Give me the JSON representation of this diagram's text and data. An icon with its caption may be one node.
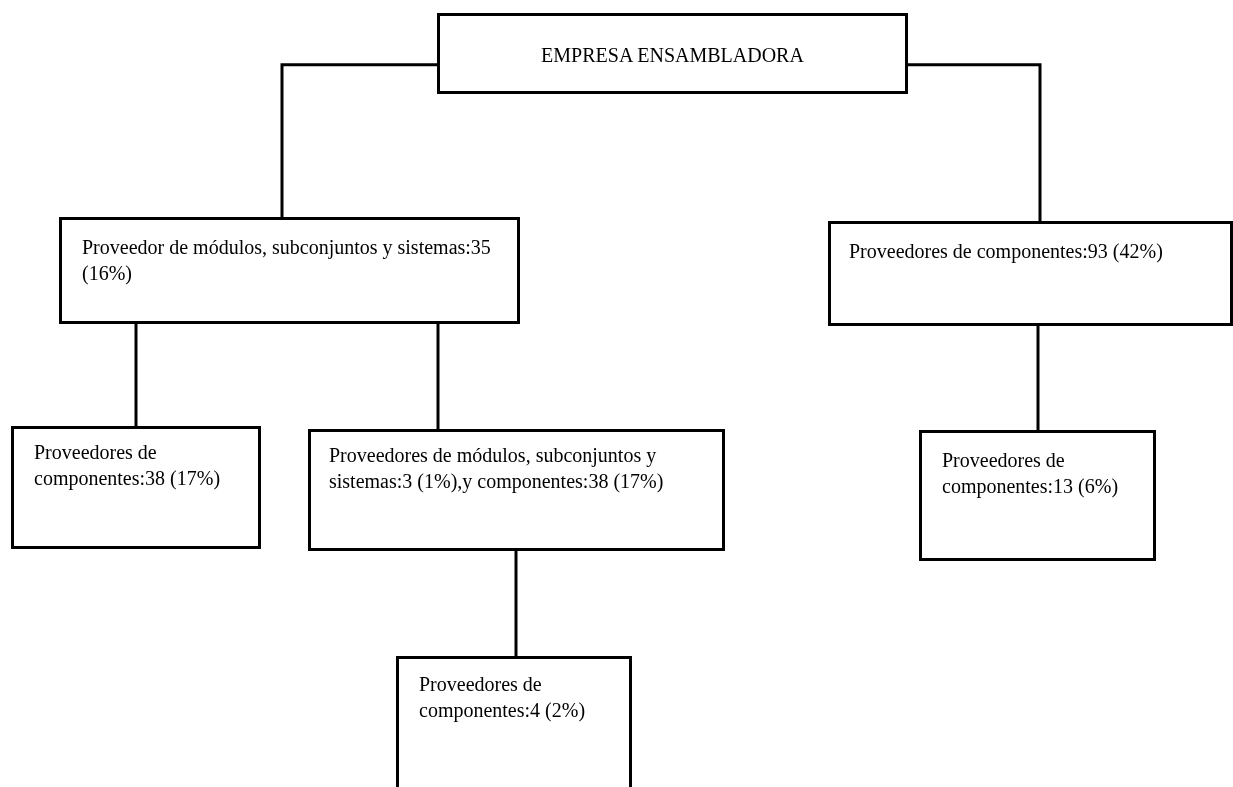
{
  "diagram": {
    "nodes": [
      {
        "text": [
          "EMPRESA ENSAMBLADORA"
        ]
      },
      {
        "text": [
          "Proveedor de módulos, subconjuntos y sistemas:35 (16%)"
        ]
      },
      {
        "text": [
          "Proveedores de componentes:93 (42%)"
        ]
      },
      {
        "text": [
          "Proveedores de componentes:38 (17%)"
        ]
      },
      {
        "text": [
          "Proveedores de módulos, subconjuntos y sistemas:3 (1%),y componentes:38 (17%)"
        ]
      },
      {
        "text": [
          "Proveedores de componentes:13 (6%)"
        ]
      },
      {
        "text": [
          "Proveedores de componentes:4 (2%)"
        ]
      }
    ],
    "edges": [
      {
        "from": 0,
        "to": 1,
        "arrow": "none"
      },
      {
        "from": 0,
        "to": 2,
        "arrow": "none"
      },
      {
        "from": 1,
        "to": 3,
        "arrow": "none"
      },
      {
        "from": 1,
        "to": 4,
        "arrow": "none"
      },
      {
        "from": 2,
        "to": 5,
        "arrow": "none"
      },
      {
        "from": 4,
        "to": 6,
        "arrow": "none"
      }
    ]
  }
}
